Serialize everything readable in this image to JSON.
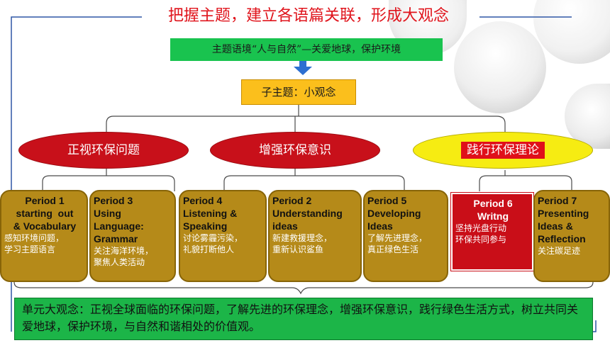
{
  "title": "把握主题，建立各语篇关联，形成大观念",
  "theme_context": "主题语境“人与自然”—关爱地球，保护环境",
  "subtopic": "子主题：小观念",
  "categories": [
    "正视环保问题",
    "增强环保意识",
    "践行环保理论"
  ],
  "periods": [
    {
      "heading": "Period 1\nstarting  out\n& Vocabulary",
      "desc": "感知环境问题，\n学习主题语言"
    },
    {
      "heading": "Period 3\nUsing\nLanguage:\nGrammar",
      "desc": "关注海洋环境，\n聚焦人类活动"
    },
    {
      "heading": "Period 4\nListening &\nSpeaking",
      "desc": "讨论雾霾污染，\n礼貌打断他人"
    },
    {
      "heading": "Period 2\nUnderstanding\nideas",
      "desc": "新建救援理念，\n重新认识鲨鱼"
    },
    {
      "heading": "Period 5\nDeveloping\nIdeas",
      "desc": "了解先进理念，\n真正绿色生活"
    },
    {
      "heading": "Period 6\nWritng",
      "desc": "坚持光盘行动\n环保共同参与"
    },
    {
      "heading": "Period 7\nPresenting\nIdeas &\nReflection",
      "desc": "关注碳足迹"
    }
  ],
  "big_idea": "单元大观念：正视全球面临的环保问题，了解先进的环保理念，增强环保意识，践行绿色生活方式，树立共同关爱地球，保护环境，与自然和谐相处的价值观。",
  "colors": {
    "title_red": "#e0141c",
    "green": "#19c34f",
    "orange": "#fbbf1c",
    "red": "#c8101a",
    "yellow": "#f6ec12",
    "gold": "#b58a19"
  }
}
